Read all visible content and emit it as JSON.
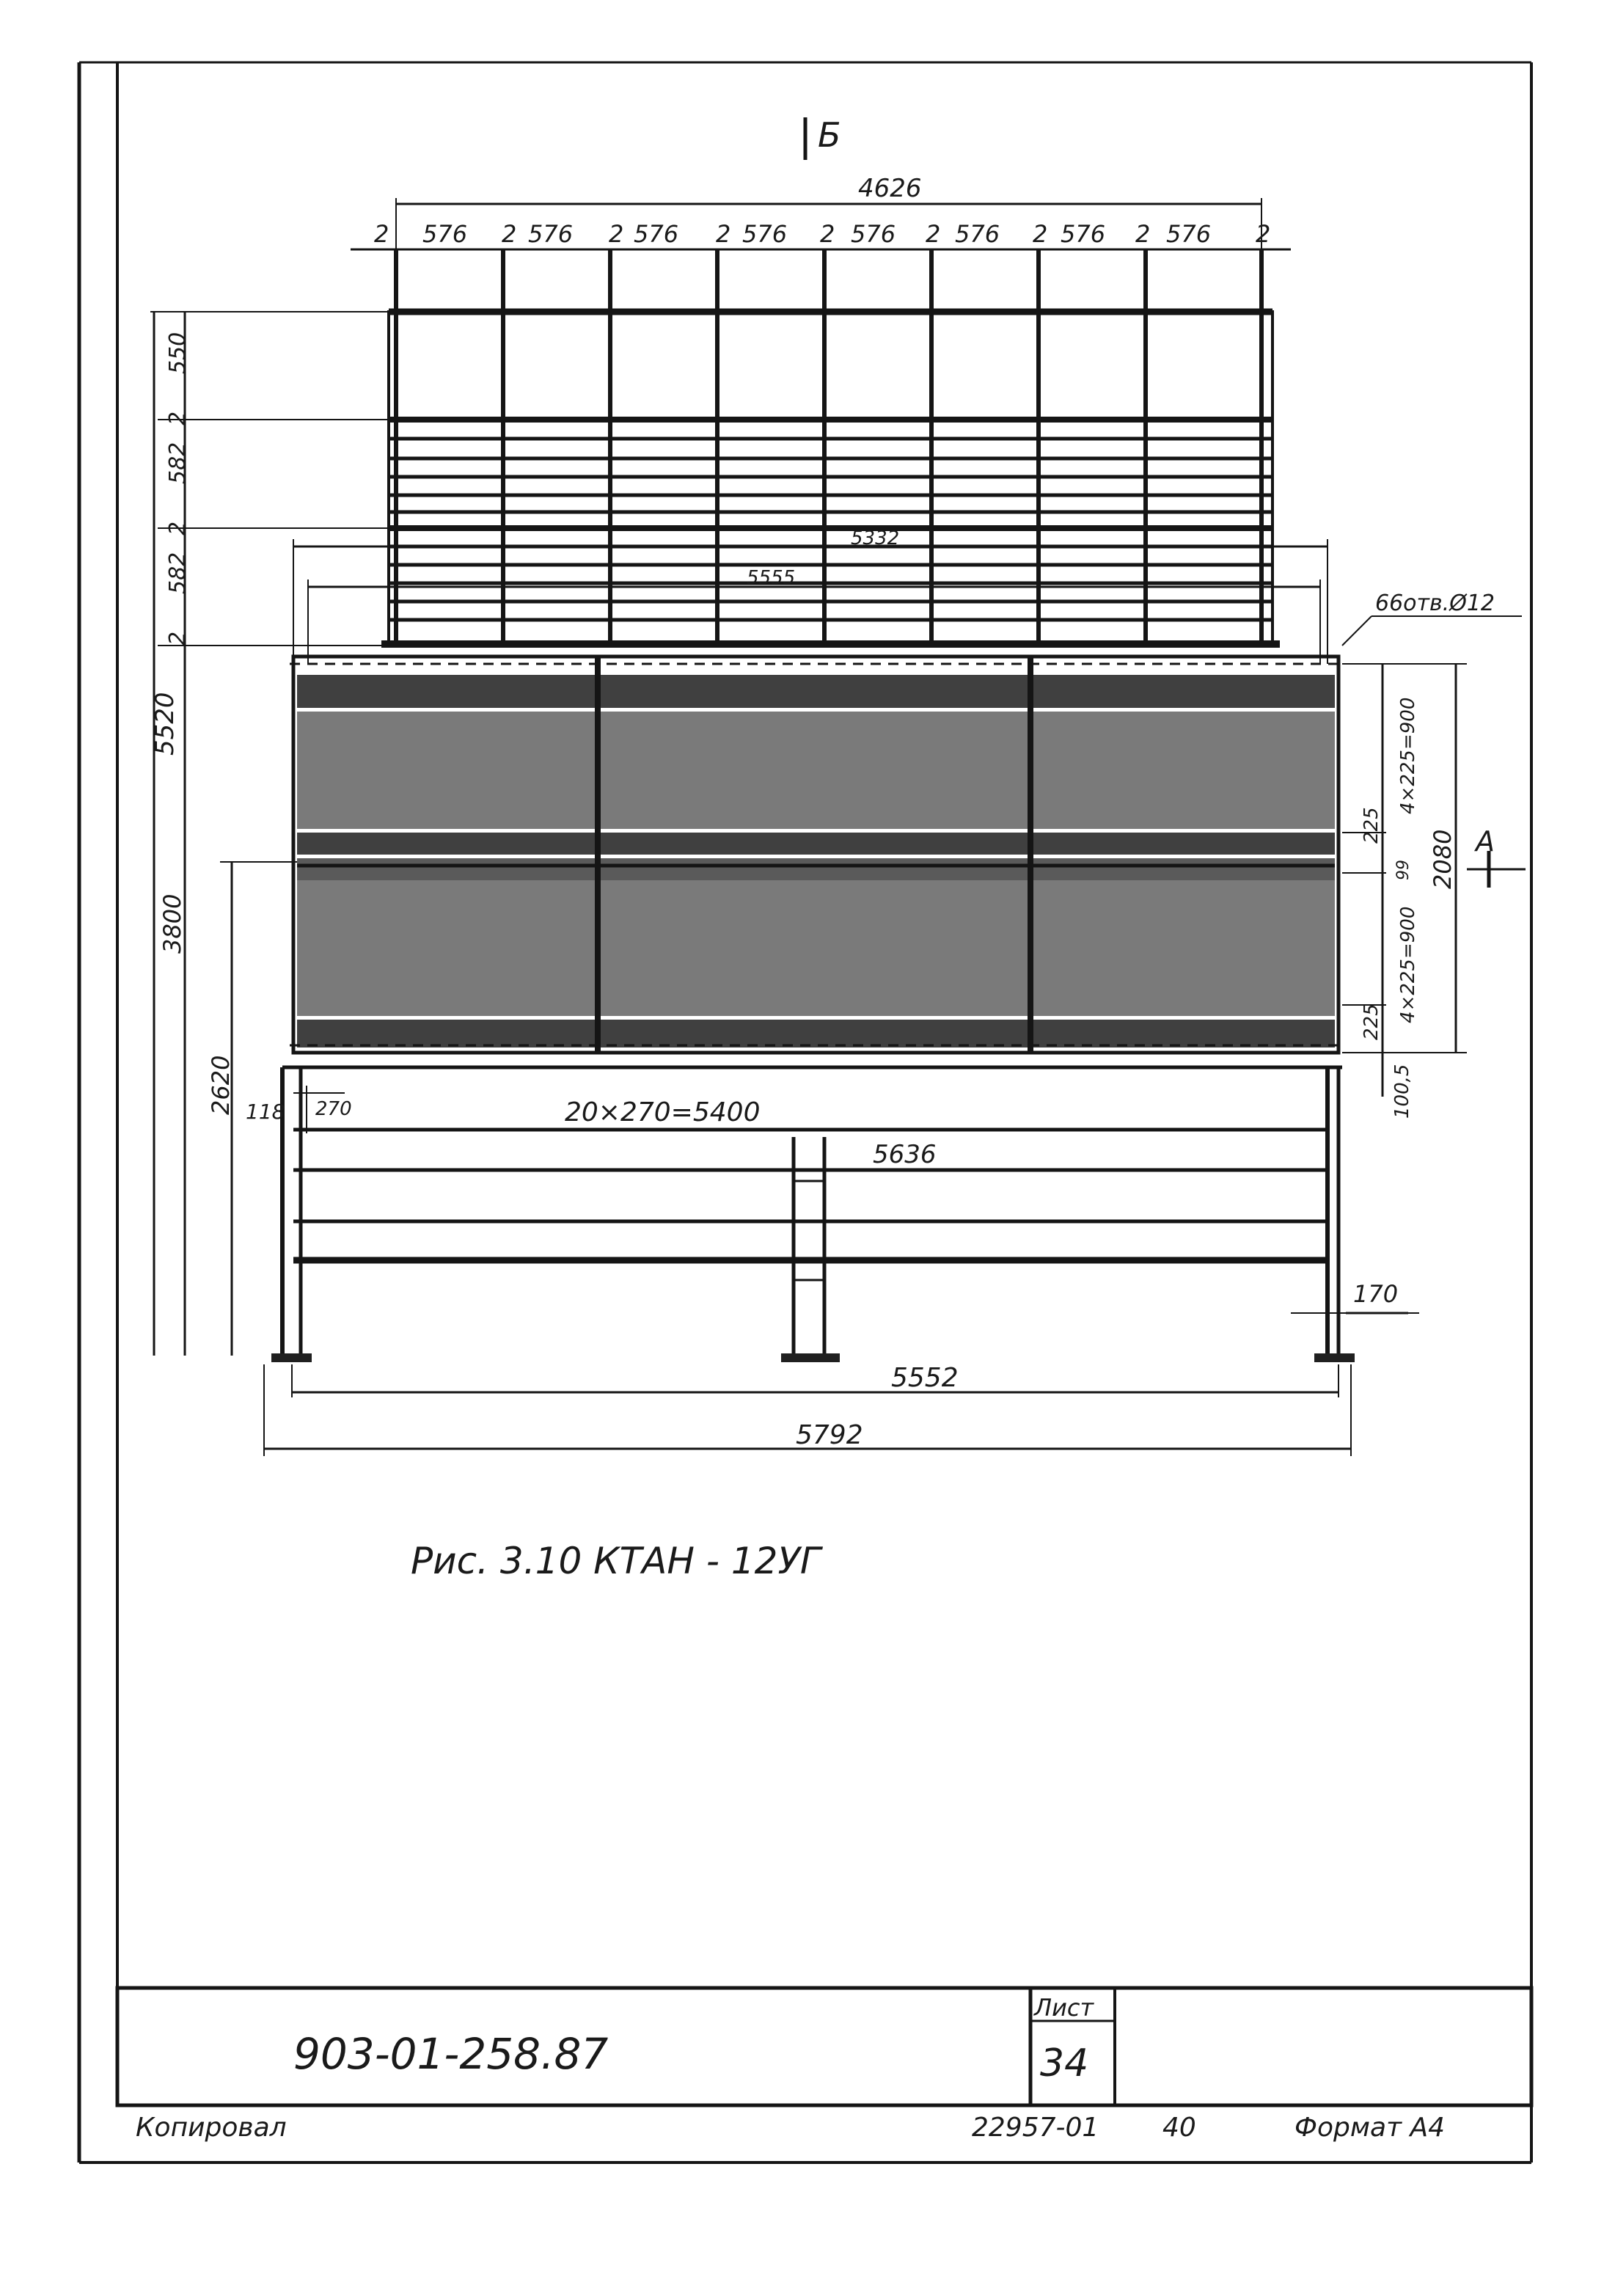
{
  "drawing": {
    "section_mark_top": "Б",
    "section_mark_side": "А",
    "overall_width": "4626",
    "top_dims": [
      "2",
      "576",
      "2",
      "576",
      "2",
      "576",
      "2",
      "576",
      "2",
      "576",
      "2",
      "576",
      "2",
      "576",
      "2",
      "576",
      "2"
    ],
    "left_dims": [
      "550",
      "2",
      "582",
      "2",
      "582",
      "2"
    ],
    "overall_height": "5520",
    "height_3800": "3800",
    "height_2620": "2620",
    "dim_5332": "5332",
    "dim_5555": "5555",
    "holes_label": "66отв.Ø12",
    "right_dims": [
      "4×225=900",
      "225",
      "99",
      "4×225=900",
      "225"
    ],
    "dim_2080": "2080",
    "dim_1005": "100,5",
    "dim_118": "118",
    "dim_270": "270",
    "spacing_label": "20×270=5400",
    "dim_5636": "5636",
    "dim_170": "170",
    "dim_5552": "5552",
    "dim_5792": "5792"
  },
  "caption": "Рис. 3.10 КТАН - 12УГ",
  "title_block": {
    "doc_number": "903-01-258.87",
    "sheet_label": "Лист",
    "sheet_number": "34"
  },
  "footer": {
    "copied": "Копировал",
    "code": "22957-01",
    "num": "40",
    "format": "Формат А4"
  }
}
